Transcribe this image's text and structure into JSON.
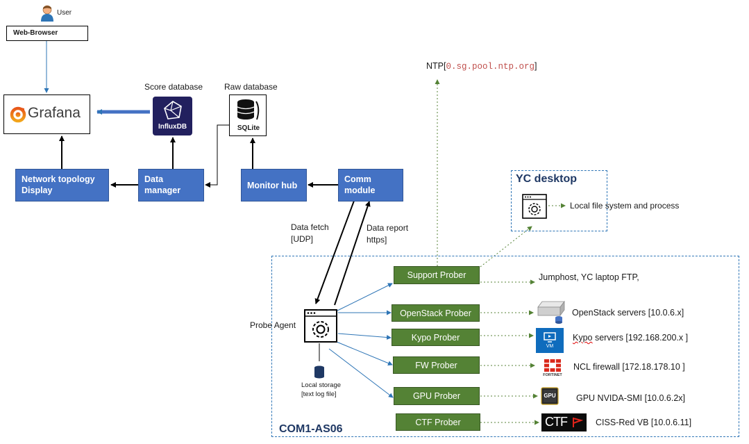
{
  "user": {
    "label": "User"
  },
  "browser": {
    "label": "Web-Browser"
  },
  "grafana": {
    "label": "Grafana"
  },
  "score_db": {
    "caption": "Score database",
    "logo_text": "InfluxDB"
  },
  "raw_db": {
    "caption": "Raw database",
    "logo_text": "SQLite"
  },
  "boxes": {
    "network_topology": {
      "line1": "Network topology",
      "line2": "Display"
    },
    "data_manager": {
      "line1": "Data",
      "line2": "manager"
    },
    "monitor_hub": {
      "label": "Monitor hub"
    },
    "comm_module": {
      "line1": "Comm",
      "line2": "module"
    }
  },
  "links": {
    "data_fetch": {
      "line1": "Data fetch",
      "line2": "[UDP]"
    },
    "data_report": {
      "line1": "Data report",
      "line2": "https]"
    }
  },
  "ntp": {
    "prefix": "NTP[",
    "host": "0.sg.pool.ntp.org",
    "suffix": "]"
  },
  "yc_desktop": {
    "title": "YC desktop",
    "target": "Local file system and process"
  },
  "probe_agent": {
    "label": "Probe Agent"
  },
  "local_storage": {
    "line1": "Local storage",
    "line2": "[text log file]"
  },
  "group": {
    "label": "COM1-AS06"
  },
  "probers": [
    {
      "label": "Support Prober",
      "target": "Jumphost, YC laptop FTP,"
    },
    {
      "label": "OpenStack Prober",
      "target": "OpenStack servers [10.0.6.x]"
    },
    {
      "label": "Kypo Prober",
      "target_word": "Kypo",
      "target_rest": " servers [192.168.200.x ]"
    },
    {
      "label": "FW Prober",
      "target": "NCL firewall [172.18.178.10 ]"
    },
    {
      "label": "GPU Prober",
      "target": "GPU NVIDA-SMI [10.0.6.2x]"
    },
    {
      "label": "CTF Prober",
      "target": "CISS-Red VB [10.0.6.11]"
    }
  ],
  "icons": {
    "vm_text": "VM",
    "fortinet_text": "FORTINET",
    "gpu_text": "GPU",
    "ctf_text": "CTF"
  },
  "colors": {
    "blue_box": "#4472c4",
    "green_box": "#548235",
    "dashed_border": "#2e75b6",
    "green_dashed_arrow": "#548235",
    "influx": "#22205e",
    "ntp_host": "#c0504d"
  }
}
